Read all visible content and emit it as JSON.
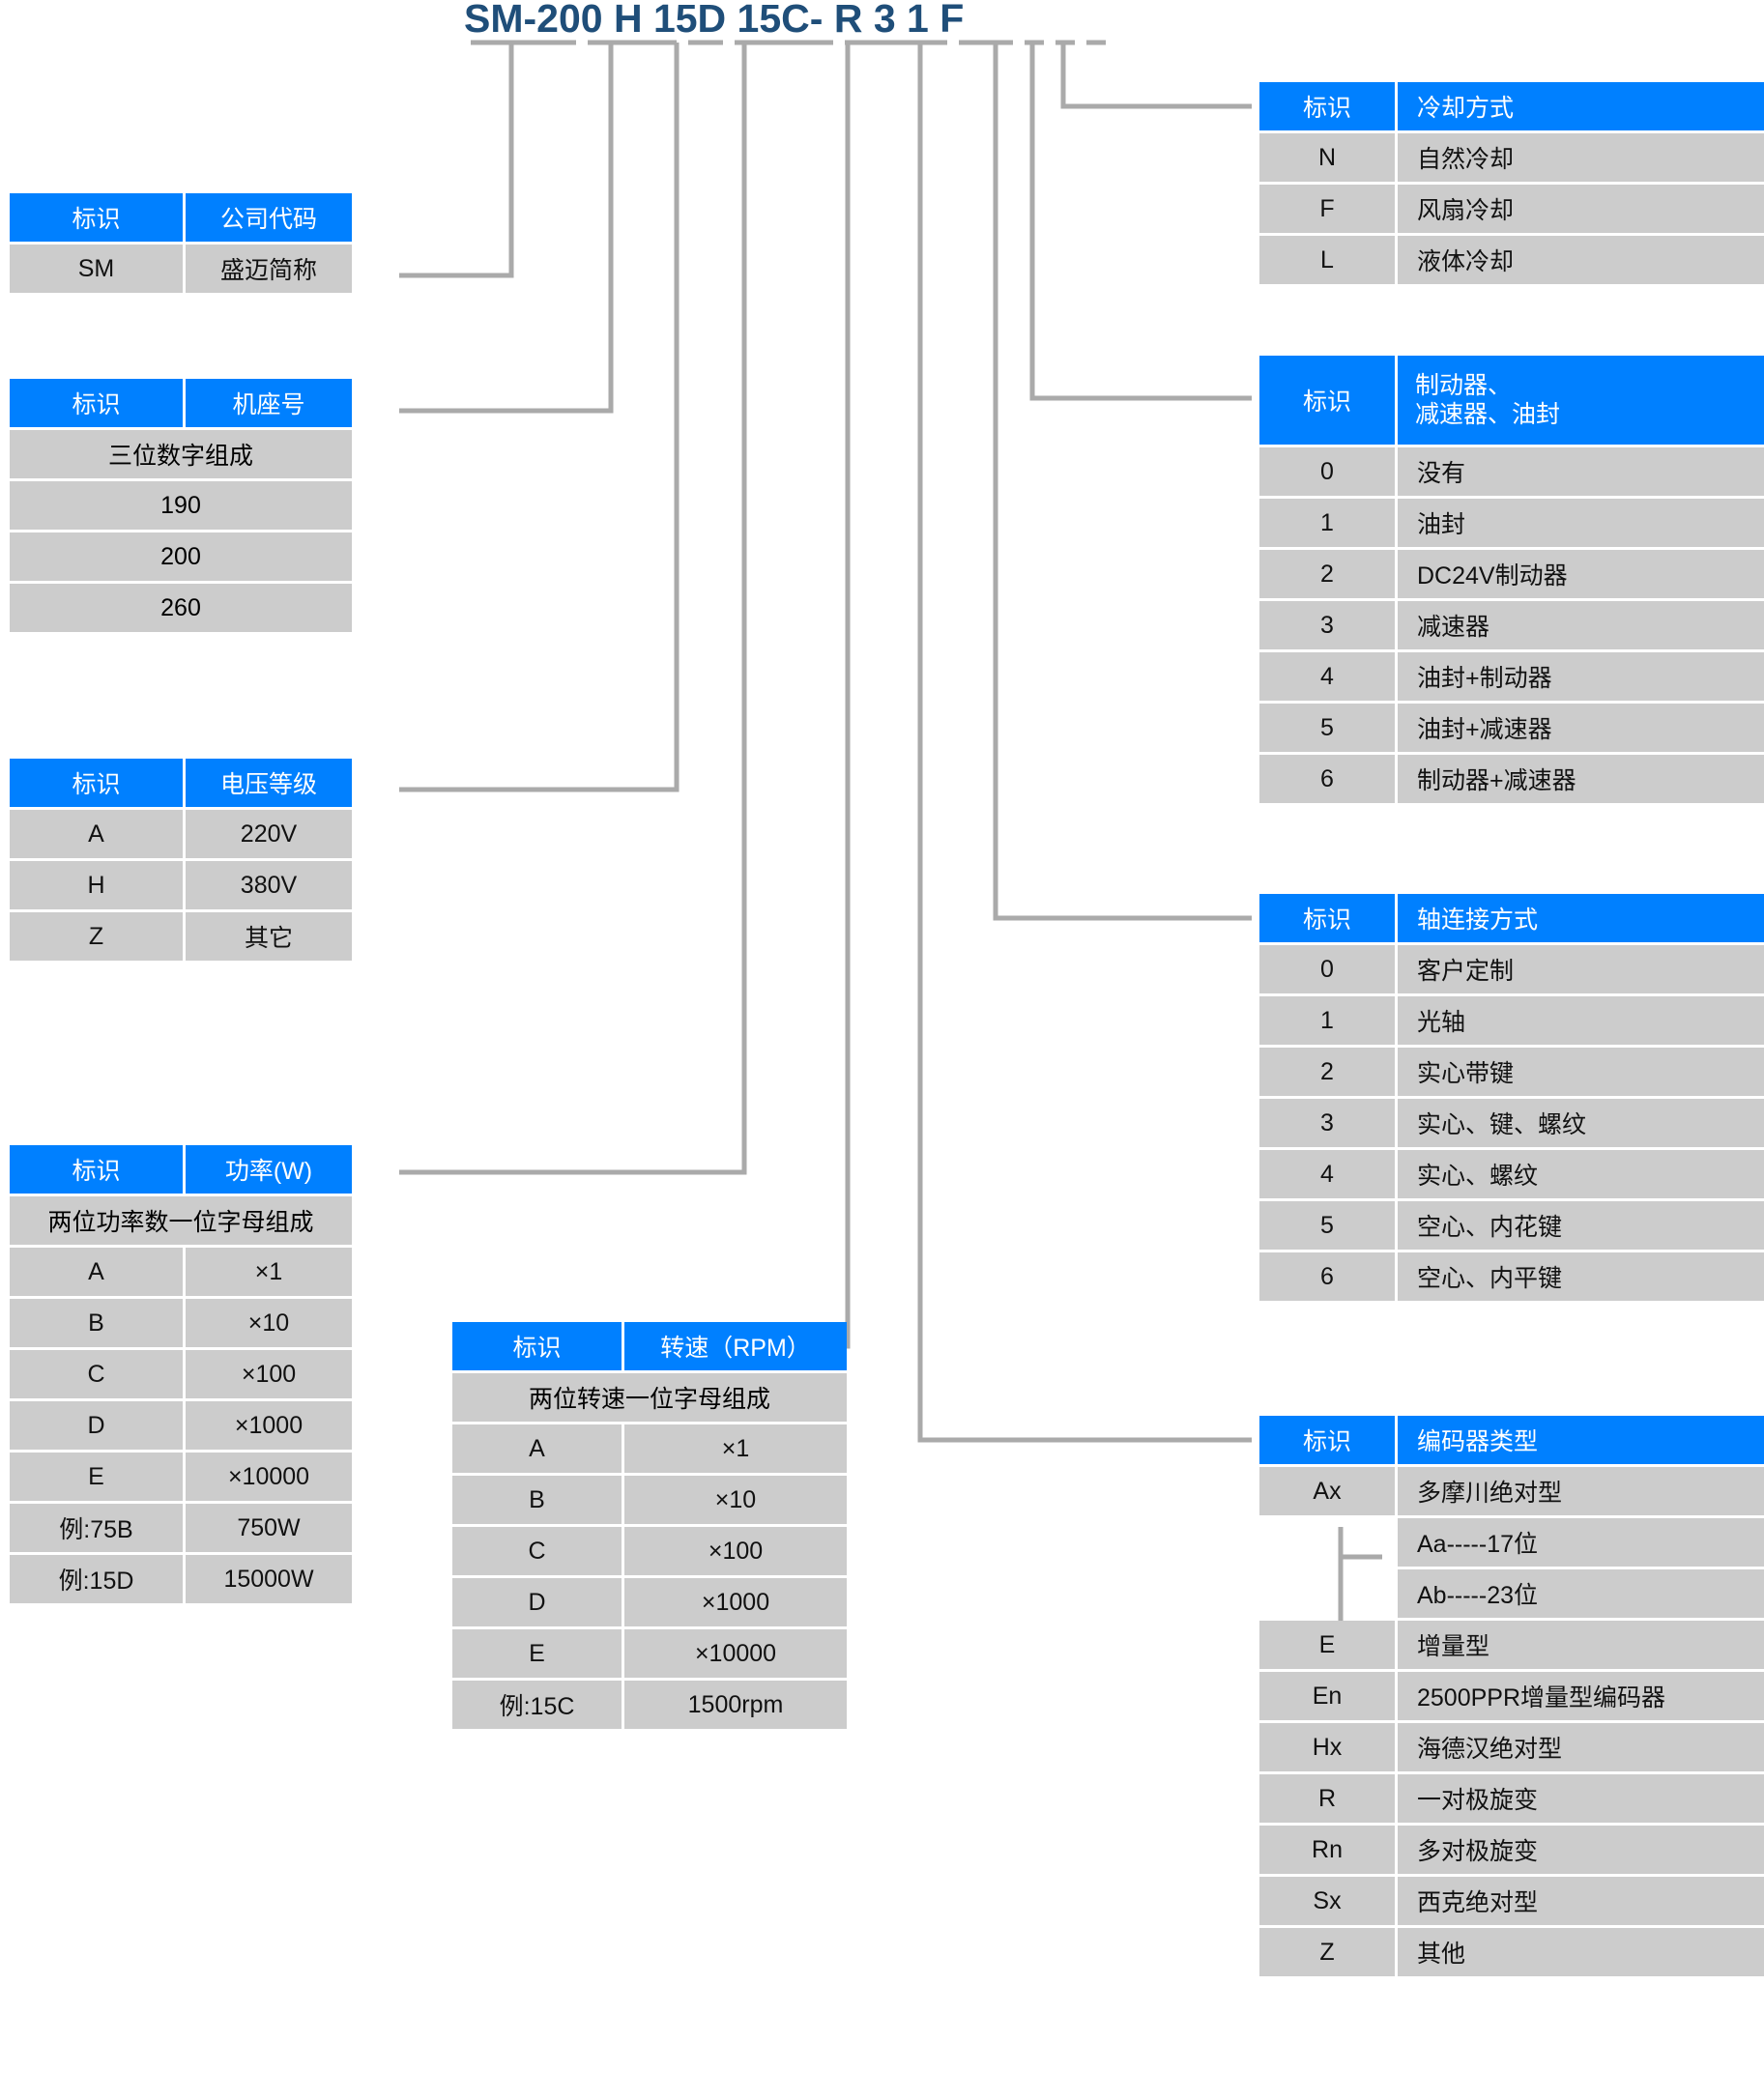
{
  "model_code": {
    "full": "SM-200 H 15D 15C- R  3 1 F",
    "segments": [
      "SM-",
      "200",
      "H",
      "15D",
      "15C-",
      "R",
      "3",
      "1",
      "F"
    ]
  },
  "common": {
    "id_header": "标识"
  },
  "tables": {
    "company": {
      "header_code": "标识",
      "header_desc": "公司代码",
      "rows": [
        {
          "code": "SM",
          "desc": "盛迈简称"
        }
      ]
    },
    "frame": {
      "header_code": "标识",
      "header_desc": "机座号",
      "note": "三位数字组成",
      "rows": [
        {
          "value": "190"
        },
        {
          "value": "200"
        },
        {
          "value": "260"
        }
      ]
    },
    "voltage": {
      "header_code": "标识",
      "header_desc": "电压等级",
      "rows": [
        {
          "code": "A",
          "desc": "220V"
        },
        {
          "code": "H",
          "desc": "380V"
        },
        {
          "code": "Z",
          "desc": "其它"
        }
      ]
    },
    "power": {
      "header_code": "标识",
      "header_desc": "功率(W)",
      "note": "两位功率数一位字母组成",
      "rows": [
        {
          "code": "A",
          "desc": "×1"
        },
        {
          "code": "B",
          "desc": "×10"
        },
        {
          "code": "C",
          "desc": "×100"
        },
        {
          "code": "D",
          "desc": "×1000"
        },
        {
          "code": "E",
          "desc": "×10000"
        },
        {
          "code": "例:75B",
          "desc": "750W"
        },
        {
          "code": "例:15D",
          "desc": "15000W"
        }
      ]
    },
    "speed": {
      "header_code": "标识",
      "header_desc": "转速（RPM）",
      "note": "两位转速一位字母组成",
      "rows": [
        {
          "code": "A",
          "desc": "×1"
        },
        {
          "code": "B",
          "desc": "×10"
        },
        {
          "code": "C",
          "desc": "×100"
        },
        {
          "code": "D",
          "desc": "×1000"
        },
        {
          "code": "E",
          "desc": "×10000"
        },
        {
          "code": "例:15C",
          "desc": "1500rpm"
        }
      ]
    },
    "cooling": {
      "header_code": "标识",
      "header_desc": "冷却方式",
      "rows": [
        {
          "code": "N",
          "desc": "自然冷却"
        },
        {
          "code": "F",
          "desc": "风扇冷却"
        },
        {
          "code": "L",
          "desc": "液体冷却"
        }
      ]
    },
    "brake": {
      "header_code": "标识",
      "header_desc_line1": "制动器、",
      "header_desc_line2": "减速器、油封",
      "rows": [
        {
          "code": "0",
          "desc": "没有"
        },
        {
          "code": "1",
          "desc": "油封"
        },
        {
          "code": "2",
          "desc": "DC24V制动器"
        },
        {
          "code": "3",
          "desc": "减速器"
        },
        {
          "code": "4",
          "desc": "油封+制动器"
        },
        {
          "code": "5",
          "desc": "油封+减速器"
        },
        {
          "code": "6",
          "desc": "制动器+减速器"
        }
      ]
    },
    "shaft": {
      "header_code": "标识",
      "header_desc": "轴连接方式",
      "rows": [
        {
          "code": "0",
          "desc": "客户定制"
        },
        {
          "code": "1",
          "desc": "光轴"
        },
        {
          "code": "2",
          "desc": "实心带键"
        },
        {
          "code": "3",
          "desc": "实心、键、螺纹"
        },
        {
          "code": "4",
          "desc": "实心、螺纹"
        },
        {
          "code": "5",
          "desc": "空心、内花键"
        },
        {
          "code": "6",
          "desc": "空心、内平键"
        }
      ]
    },
    "encoder": {
      "header_code": "标识",
      "header_desc": "编码器类型",
      "rows": [
        {
          "code": "Ax",
          "desc": "多摩川绝对型"
        },
        {
          "code": "",
          "desc": "Aa-----17位",
          "sub": true
        },
        {
          "code": "",
          "desc": "Ab-----23位",
          "sub": true
        },
        {
          "code": "E",
          "desc": "增量型"
        },
        {
          "code": "En",
          "desc": "2500PPR增量型编码器"
        },
        {
          "code": "Hx",
          "desc": "海德汉绝对型"
        },
        {
          "code": "R",
          "desc": "一对极旋变"
        },
        {
          "code": "Rn",
          "desc": "多对极旋变"
        },
        {
          "code": "Sx",
          "desc": "西克绝对型"
        },
        {
          "code": "Z",
          "desc": "其他"
        }
      ]
    }
  },
  "colors": {
    "header_blue": "#0080ff",
    "cell_gray": "#cccccc",
    "code_navy": "#1f4e79",
    "wire_gray": "#aaaaaa"
  }
}
